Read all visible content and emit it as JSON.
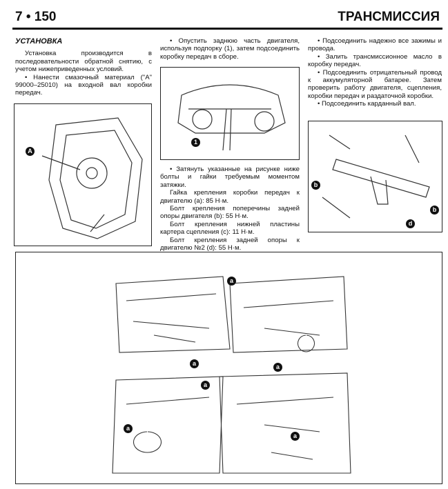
{
  "header": {
    "page_number": "7 • 150",
    "section_title": "ТРАНСМИССИЯ"
  },
  "column1": {
    "heading": "УСТАНОВКА",
    "paragraphs": [
      "Установка производится в последовательности обратной снятию, с учетом нижеприведенных условий.",
      "• Нанести смазочный материал (\"А\" 99000–25010) на входной вал коробки передач."
    ]
  },
  "column2": {
    "top": [
      "• Опустить заднюю часть двигателя, используя подпорку (1), затем подсоединить коробку передач в сборе."
    ],
    "bottom": [
      "• Затянуть указанные на рисунке ниже болты и гайки требуемым моментом затяжки.",
      "Гайка крепления коробки передач к двигателю (a): 85 Н·м.",
      "Болт крепления поперечины задней опоры двигателя (b): 55 Н·м.",
      "Болт крепления нижней пластины картера сцепления (c): 11 Н·м.",
      "Болт крепления задней опоры к двигателю №2 (d): 55 Н·м."
    ]
  },
  "column3": {
    "paragraphs": [
      "• Подсоединить надежно все зажимы и провода.",
      "• Залить трансмиссионное масло в коробку передач.",
      "• Подсоединить отрицательный провод к аккумуляторной батарее. Затем проверить работу двигателя, сцепления, коробки передач и раздаточной коробки.",
      "• Подсоединить карданный вал."
    ]
  },
  "figures": {
    "gearbox_label": "A",
    "support_label": "1",
    "crossmember_labels": [
      "b",
      "b",
      "d"
    ],
    "bottom_labels": [
      "a",
      "a",
      "a",
      "a",
      "a",
      "a"
    ]
  }
}
